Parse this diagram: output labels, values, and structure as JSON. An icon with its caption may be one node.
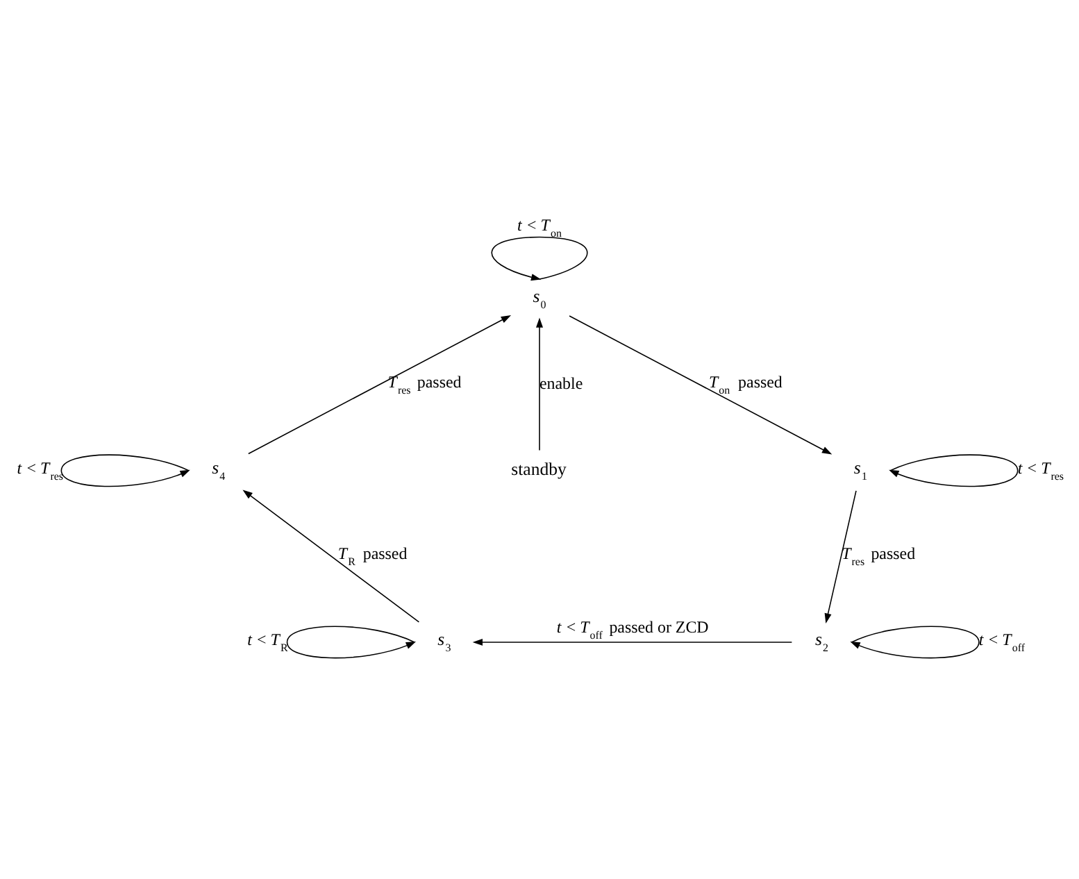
{
  "diagram": {
    "nodes": [
      {
        "text": [
          "*s*$_{0}$"
        ]
      },
      {
        "text": [
          "*s*$_{4}$"
        ]
      },
      {
        "text": [
          "standby"
        ]
      },
      {
        "text": [
          "*s*$_{1}$"
        ]
      },
      {
        "text": [
          "*s*$_{3}$"
        ]
      },
      {
        "text": [
          "*s*$_{2}$"
        ]
      }
    ],
    "edges": [
      {
        "from": 0,
        "to": 0,
        "arrow": "to",
        "label": "*t* < *T*$_{on}$"
      },
      {
        "from": 2,
        "to": 0,
        "arrow": "to",
        "label": "enable"
      },
      {
        "from": 0,
        "to": 3,
        "arrow": "to",
        "label": "*T*$_{on}$ passed"
      },
      {
        "from": 1,
        "to": 0,
        "arrow": "to",
        "label": "*T*$_{res}$ passed"
      },
      {
        "from": 1,
        "to": 1,
        "arrow": "to",
        "label": "*t* < *T*$_{res}$"
      },
      {
        "from": 3,
        "to": 3,
        "arrow": "to",
        "label": "*t* < *T*$_{res}$"
      },
      {
        "from": 3,
        "to": 5,
        "arrow": "to",
        "label": "*T*$_{res}$ passed"
      },
      {
        "from": 4,
        "to": 1,
        "arrow": "to",
        "label": "*T*$_{R}$ passed"
      },
      {
        "from": 4,
        "to": 4,
        "arrow": "to",
        "label": "*t* < *T*$_{R}$"
      },
      {
        "from": 5,
        "to": 5,
        "arrow": "to",
        "label": "*t* < *T*$_{off}$"
      },
      {
        "from": 5,
        "to": 4,
        "arrow": "to",
        "label": "*t* < *T*$_{off}$ passed or ZCD"
      }
    ]
  }
}
